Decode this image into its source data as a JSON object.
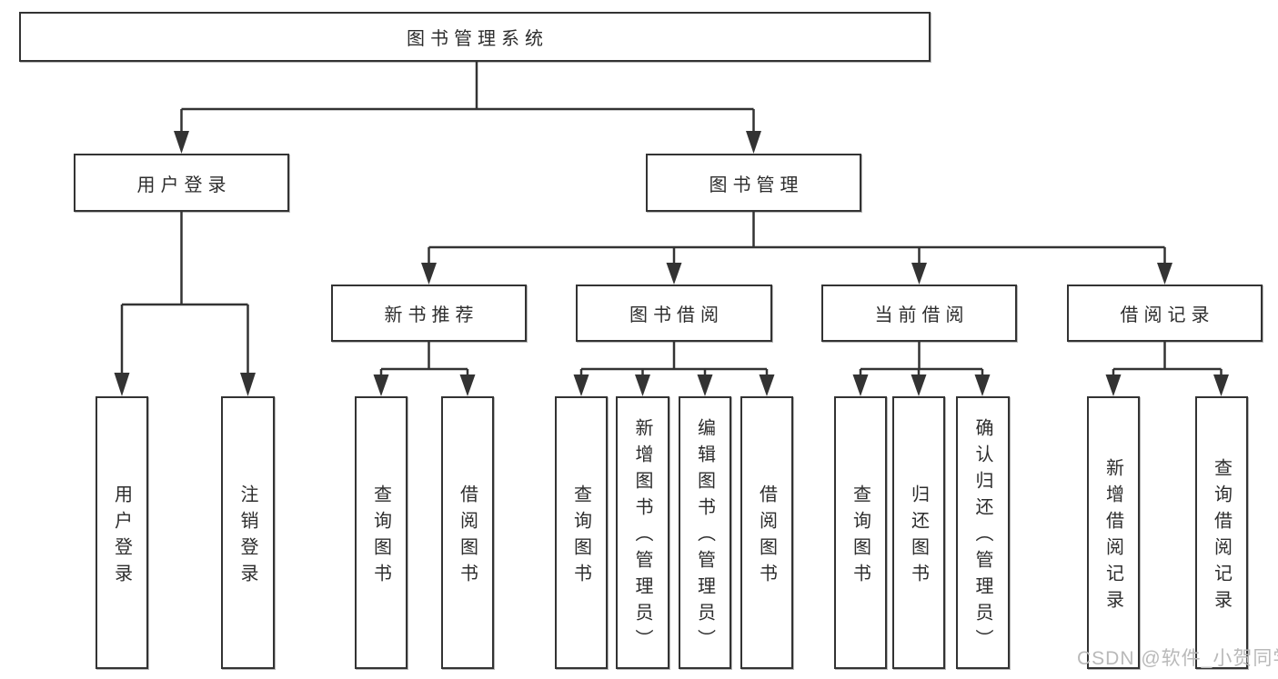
{
  "diagram": {
    "title_node": {
      "label": "图书管理系统"
    },
    "level2": [
      {
        "label": "用户登录"
      },
      {
        "label": "图书管理"
      }
    ],
    "level3": [
      {
        "label": "新书推荐"
      },
      {
        "label": "图书借阅"
      },
      {
        "label": "当前借阅"
      },
      {
        "label": "借阅记录"
      }
    ],
    "leaves": [
      {
        "label": "用户登录"
      },
      {
        "label": "注销登录"
      },
      {
        "label": "查询图书"
      },
      {
        "label": "借阅图书"
      },
      {
        "label": "查询图书"
      },
      {
        "label": "新增图书（管理员）"
      },
      {
        "label": "编辑图书（管理员）"
      },
      {
        "label": "借阅图书"
      },
      {
        "label": "查询图书"
      },
      {
        "label": "归还图书"
      },
      {
        "label": "确认归还（管理员）"
      },
      {
        "label": "新增借阅记录"
      },
      {
        "label": "查询借阅记录"
      }
    ]
  },
  "watermark": {
    "text": "CSDN @软件_小贺同学"
  },
  "colors": {
    "line": "#333333",
    "box_border": "#333333",
    "box_fill": "#ffffff",
    "text": "#2d2d2d",
    "watermark": "#b9b9b9",
    "background": "#ffffff"
  }
}
